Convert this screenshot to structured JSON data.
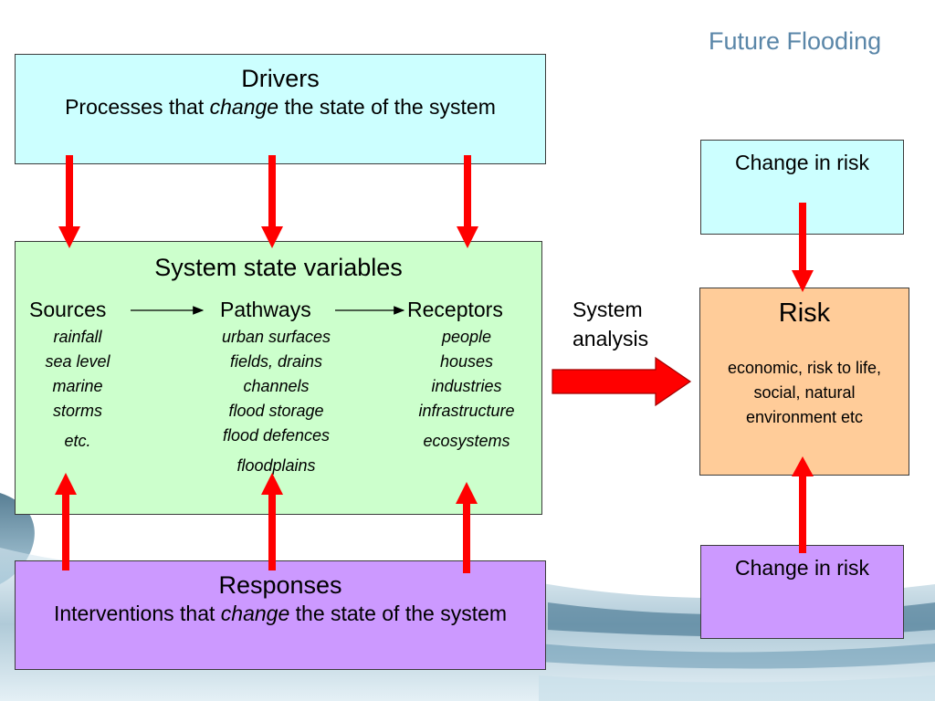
{
  "brand": "Future Flooding",
  "drivers": {
    "title": "Drivers",
    "desc_prefix": "Processes that ",
    "desc_em": "change",
    "desc_suffix": " the state of the system"
  },
  "state": {
    "title": "System state variables",
    "columns": [
      {
        "heading": "Sources",
        "items": [
          "rainfall",
          "sea level",
          "marine",
          "storms",
          "etc."
        ]
      },
      {
        "heading": "Pathways",
        "items": [
          "urban surfaces",
          "fields, drains",
          "channels",
          "flood storage",
          "flood defences",
          "floodplains"
        ]
      },
      {
        "heading": "Receptors",
        "items": [
          "people",
          "houses",
          "industries",
          "infrastructure",
          "ecosystems"
        ]
      }
    ]
  },
  "responses": {
    "title": "Responses",
    "desc_prefix": "Interventions that ",
    "desc_em": "change",
    "desc_suffix": " the state of the system"
  },
  "system_analysis": "System analysis",
  "change_top": "Change in risk",
  "risk": {
    "title": "Risk",
    "desc": "economic, risk to life, social, natural environment etc"
  },
  "change_bottom": "Change in risk",
  "colors": {
    "arrow_red": "#ff0000",
    "drivers_fill": "#ccffff",
    "state_fill": "#ccffcc",
    "responses_fill": "#cc99ff",
    "risk_fill": "#ffcc99",
    "brand": "#5a86a8"
  }
}
